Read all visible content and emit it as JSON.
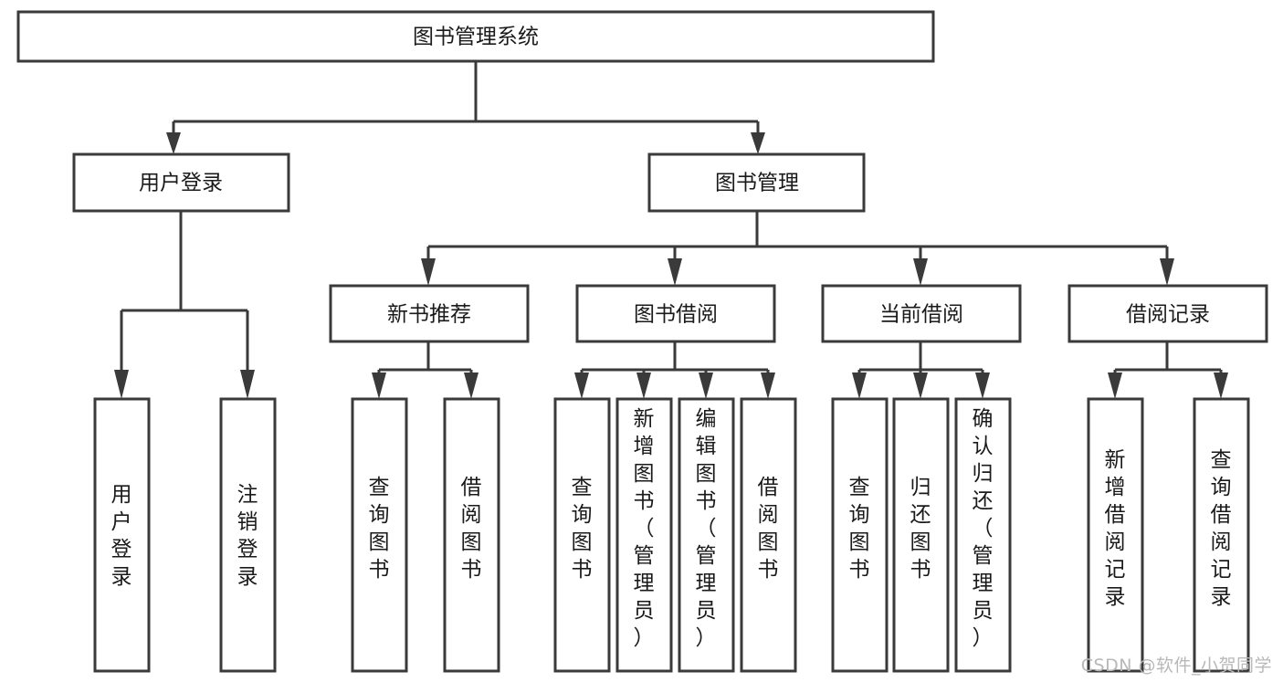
{
  "diagram": {
    "type": "tree",
    "title": "图书管理系统",
    "orientation": "top-down",
    "colors": {
      "stroke": "#3a3a3a",
      "fill": "#ffffff",
      "text": "#1a1a1a",
      "watermark": "#b8b8b8",
      "background": "#ffffff"
    },
    "root": {
      "label": "图书管理系统",
      "children": [
        {
          "label": "用户登录",
          "children": [
            {
              "label": "用户登录",
              "orientation": "vertical"
            },
            {
              "label": "注销登录",
              "orientation": "vertical"
            }
          ]
        },
        {
          "label": "图书管理",
          "children": [
            {
              "label": "新书推荐",
              "children": [
                {
                  "label": "查询图书",
                  "orientation": "vertical"
                },
                {
                  "label": "借阅图书",
                  "orientation": "vertical"
                }
              ]
            },
            {
              "label": "图书借阅",
              "children": [
                {
                  "label": "查询图书",
                  "orientation": "vertical"
                },
                {
                  "label": "新增图书（管理员）",
                  "orientation": "vertical"
                },
                {
                  "label": "编辑图书（管理员）",
                  "orientation": "vertical"
                },
                {
                  "label": "借阅图书",
                  "orientation": "vertical"
                }
              ]
            },
            {
              "label": "当前借阅",
              "children": [
                {
                  "label": "查询图书",
                  "orientation": "vertical"
                },
                {
                  "label": "归还图书",
                  "orientation": "vertical"
                },
                {
                  "label": "确认归还（管理员）",
                  "orientation": "vertical"
                }
              ]
            },
            {
              "label": "借阅记录",
              "children": [
                {
                  "label": "新增借阅记录",
                  "orientation": "vertical"
                },
                {
                  "label": "查询借阅记录",
                  "orientation": "vertical"
                }
              ]
            }
          ]
        }
      ]
    }
  },
  "nodes": {
    "root": {
      "label": "图书管理系统"
    },
    "l1_a": {
      "label": "用户登录"
    },
    "l1_b": {
      "label": "图书管理"
    },
    "l2_a1": {
      "label": "用户登录"
    },
    "l2_a2": {
      "label": "注销登录"
    },
    "l2_b1": {
      "label": "新书推荐"
    },
    "l2_b2": {
      "label": "图书借阅"
    },
    "l2_b3": {
      "label": "当前借阅"
    },
    "l2_b4": {
      "label": "借阅记录"
    },
    "l3_b1_1": {
      "label": "查询图书"
    },
    "l3_b1_2": {
      "label": "借阅图书"
    },
    "l3_b2_1": {
      "label": "查询图书"
    },
    "l3_b2_2": {
      "label": "新增图书（管理员）"
    },
    "l3_b2_3": {
      "label": "编辑图书（管理员）"
    },
    "l3_b2_4": {
      "label": "借阅图书"
    },
    "l3_b3_1": {
      "label": "查询图书"
    },
    "l3_b3_2": {
      "label": "归还图书"
    },
    "l3_b3_3": {
      "label": "确认归还（管理员）"
    },
    "l3_b4_1": {
      "label": "新增借阅记录"
    },
    "l3_b4_2": {
      "label": "查询借阅记录"
    }
  },
  "watermark": {
    "text": "CSDN @软件_小贺同学"
  }
}
